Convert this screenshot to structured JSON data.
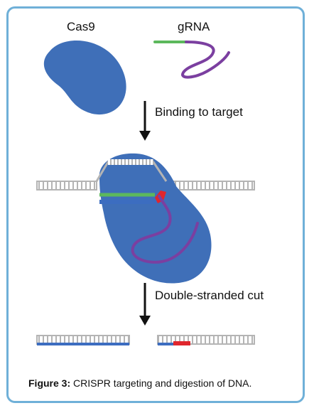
{
  "labels": {
    "cas9": "Cas9",
    "grna": "gRNA",
    "step1": "Binding to target",
    "step2": "Double-stranded cut"
  },
  "caption": {
    "figure_label": "Figure 3:",
    "text": "CRISPR targeting and digestion of DNA."
  },
  "colors": {
    "frame": "#6fb0d8",
    "cas9_protein": "#3f6fb8",
    "grna_guide": "#5cb85c",
    "grna_scaffold": "#7b3fa0",
    "dna_strand": "#b4b4b4",
    "target_strand": "#3c6dc0",
    "pam": "#e0262d"
  },
  "icons": {
    "arrow": "down-arrow-icon"
  }
}
